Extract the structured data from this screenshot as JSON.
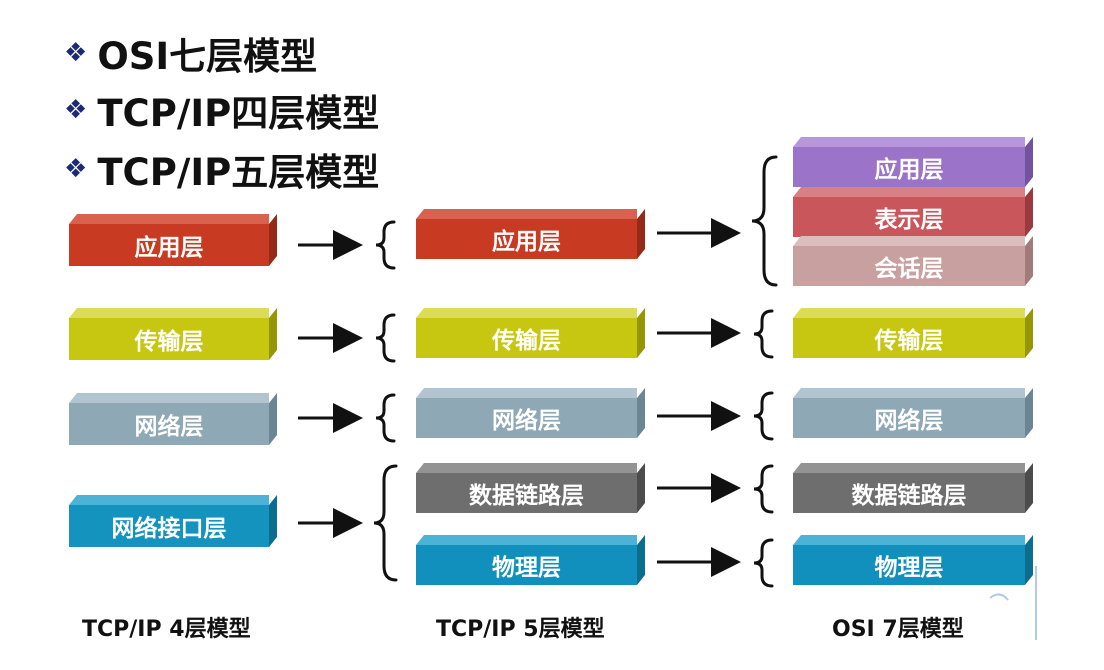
{
  "bullets": [
    "OSI七层模型",
    "TCP/IP四层模型",
    "TCP/IP五层模型"
  ],
  "captions": [
    "TCP/IP 4层模型",
    "TCP/IP 5层模型",
    "OSI 7层模型"
  ],
  "colors": {
    "application": "#c93a22",
    "presentation": "#c9565a",
    "session": "#c9a0a0",
    "osi_application": "#9b73c8",
    "transport": "#c7c712",
    "network": "#8fa8b6",
    "datalink": "#6e6e6e",
    "physical": "#1290bd",
    "netif": "#1493bf"
  },
  "model4": {
    "application": "应用层",
    "transport": "传输层",
    "network": "网络层",
    "network_interface": "网络接口层"
  },
  "model5": {
    "application": "应用层",
    "transport": "传输层",
    "network": "网络层",
    "datalink": "数据链路层",
    "physical": "物理层"
  },
  "model7": {
    "application": "应用层",
    "presentation": "表示层",
    "session": "会话层",
    "transport": "传输层",
    "network": "网络层",
    "datalink": "数据链路层",
    "physical": "物理层"
  }
}
